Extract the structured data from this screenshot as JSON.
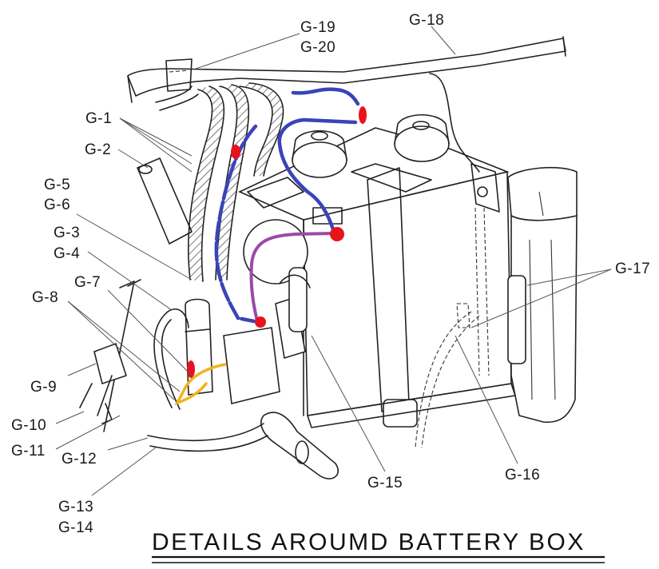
{
  "title": "DETAILS AROUMD BATTERY BOX",
  "labels": {
    "g1": "G-1",
    "g2": "G-2",
    "g3": "G-3",
    "g4": "G-4",
    "g5": "G-5",
    "g6": "G-6",
    "g7": "G-7",
    "g8": "G-8",
    "g9": "G-9",
    "g10": "G-10",
    "g11": "G-11",
    "g12": "G-12",
    "g13": "G-13",
    "g14": "G-14",
    "g15": "G-15",
    "g16": "G-16",
    "g17": "G-17",
    "g18": "G-18",
    "g19": "G-19",
    "g20": "G-20"
  },
  "annotation_colors": {
    "ground_wire": "#3a44b8",
    "positive_wire": "#9b4aa8",
    "connection_point": "#e8141c",
    "aux_wire": "#f0b41e"
  }
}
